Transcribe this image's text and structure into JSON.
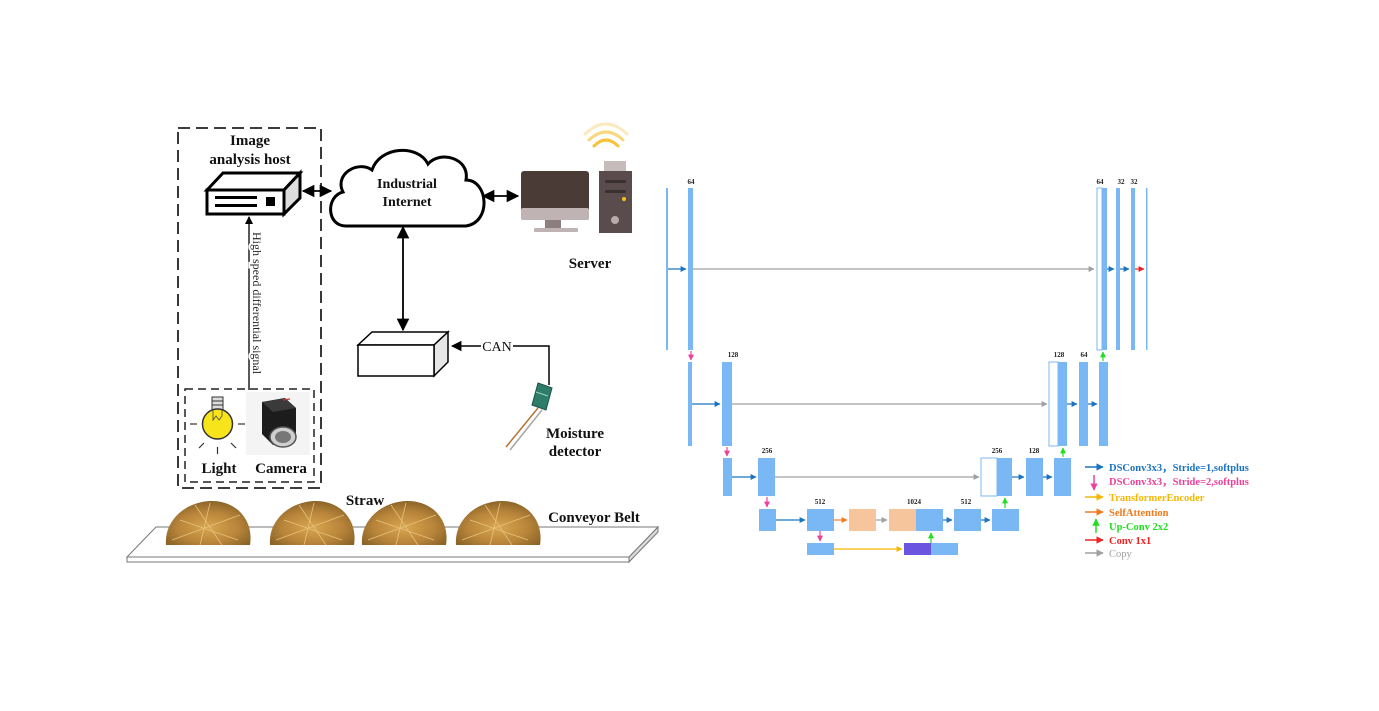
{
  "left_diagram": {
    "image_host_label_line1": "Image",
    "image_host_label_line2": "analysis host",
    "cloud_label_line1": "Industrial",
    "cloud_label_line2": "Internet",
    "server_label": "Server",
    "signal_label": "High speed differential signal",
    "can_label": "CAN",
    "moisture_label_line1": "Moisture",
    "moisture_label_line2": "detector",
    "light_label": "Light",
    "camera_label": "Camera",
    "straw_label": "Straw",
    "belt_label": "Conveyor Belt"
  },
  "unet": {
    "channel_labels": {
      "enc1": "64",
      "enc2": "128",
      "enc3": "256",
      "enc4": "512",
      "bottleneck": "1024",
      "dec4": "512",
      "dec3a": "256",
      "dec3b": "128",
      "dec2a": "128",
      "dec2b": "64",
      "dec1a": "64",
      "dec1b": "32",
      "dec1c": "32"
    },
    "colors": {
      "block": "#7ab8f5",
      "dsconv1": "#1a73c0",
      "dsconv2": "#ee3f9a",
      "transformer": "#f5b800",
      "selfattn": "#f07a20",
      "upconv": "#22dd22",
      "conv1x1": "#ee2222",
      "copy": "#a0a0a0",
      "attn_block": "#f6c59c",
      "transformer_block": "#6b55e0"
    },
    "legend": [
      {
        "key": "dsconv1",
        "label": "DSConv3x3，Stride=1,softplus",
        "color": "#1a73c0",
        "direction": "right"
      },
      {
        "key": "dsconv2",
        "label": "DSConv3x3，Stride=2,softplus",
        "color": "#ee3f9a",
        "direction": "down"
      },
      {
        "key": "transformer",
        "label": "TransformerEncoder",
        "color": "#f5b800",
        "direction": "right"
      },
      {
        "key": "selfattn",
        "label": "SelfAttention",
        "color": "#f07a20",
        "direction": "right"
      },
      {
        "key": "upconv",
        "label": "Up-Conv 2x2",
        "color": "#22dd22",
        "direction": "up"
      },
      {
        "key": "conv1x1",
        "label": "Conv 1x1",
        "color": "#ee2222",
        "direction": "right"
      },
      {
        "key": "copy",
        "label": "Copy",
        "color": "#a0a0a0",
        "direction": "right"
      }
    ]
  }
}
